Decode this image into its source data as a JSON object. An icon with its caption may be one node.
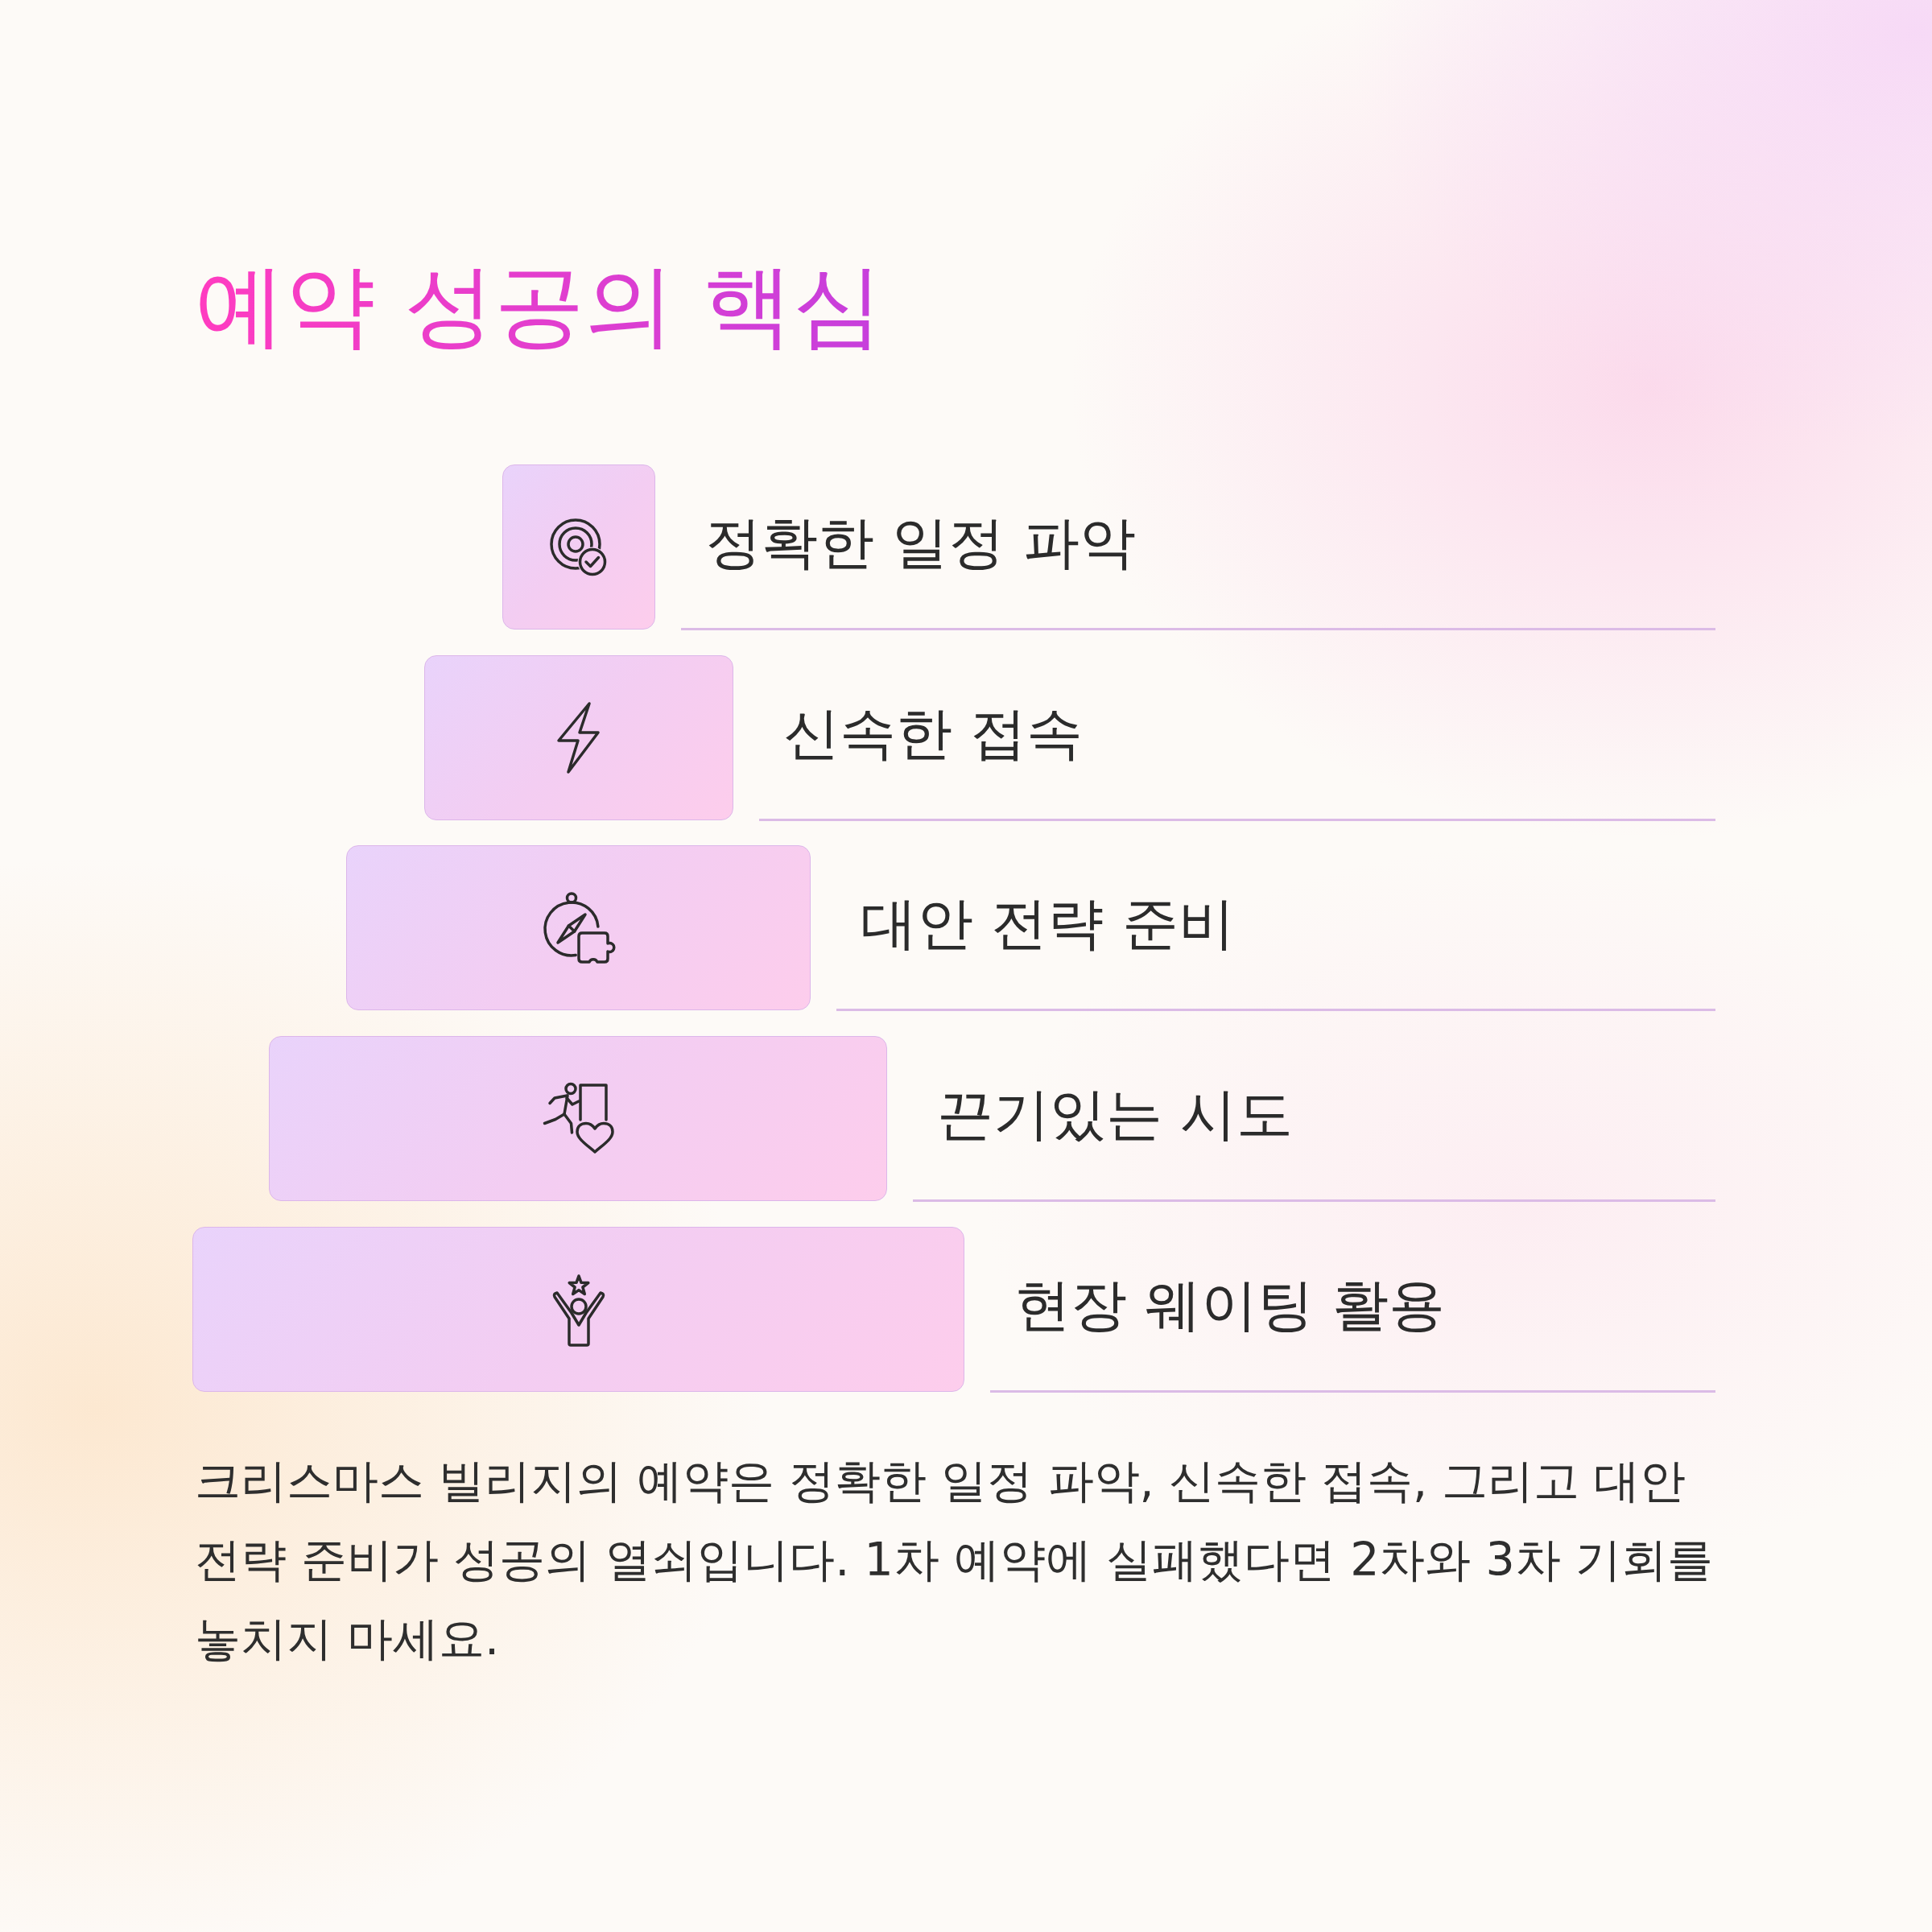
{
  "diagram": {
    "title": "예약 성공의 핵심",
    "nodes": [
      {
        "text": [
          "정확한 일정 파악"
        ]
      },
      {
        "text": [
          "신속한 접속"
        ]
      },
      {
        "text": [
          "대안 전략 준비"
        ]
      },
      {
        "text": [
          "끈기있는 시도"
        ]
      },
      {
        "text": [
          "현장 웨이팅 활용"
        ]
      }
    ],
    "caption": "크리스마스 빌리지의 예약은 정확한 일정 파악, 신속한 접속, 그리고 대안 전략 준비가 성공의 열쇠입니다. 1차 예약에 실패했다면 2차와 3차 기회를 놓치지 마세요."
  }
}
